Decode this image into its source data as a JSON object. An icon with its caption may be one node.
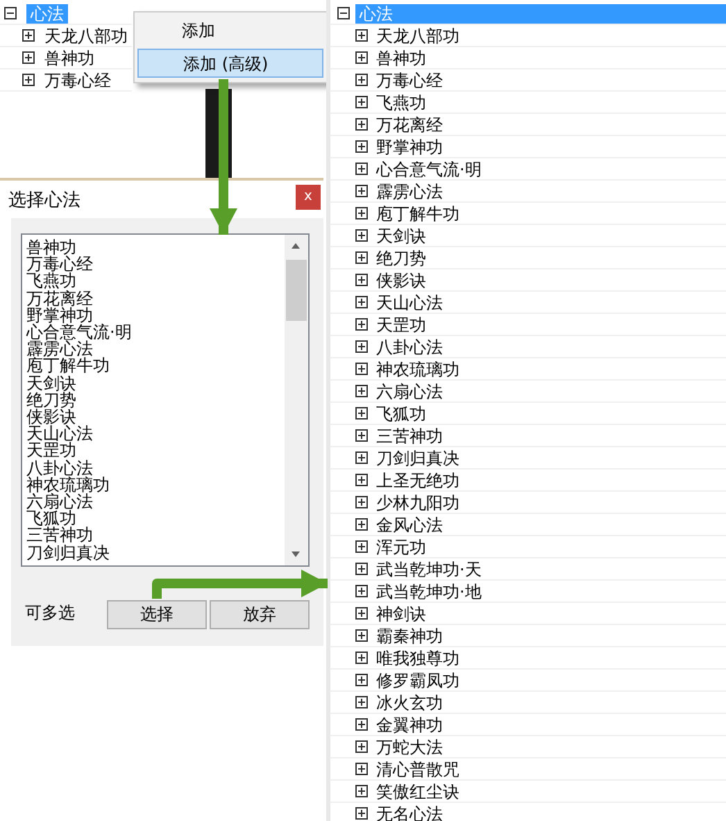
{
  "diagram": {
    "nodes": [
      {
        "text": [
          "心法",
          "天龙八部功",
          "兽神功",
          "万毒心经"
        ]
      },
      {
        "text": [
          "添加"
        ]
      },
      {
        "text": [
          "添加 (高级)"
        ]
      },
      {
        "text": [
          "选择心法"
        ]
      },
      {
        "text": [
          "兽神功",
          "万毒心经",
          "飞燕功",
          "万花离经",
          "野掌神功",
          "心合意气流·明",
          "霹雳心法",
          "庖丁解牛功",
          "天剑诀",
          "绝刀势",
          "侠影诀",
          "天山心法",
          "天罡功",
          "八卦心法",
          "神农琉璃功",
          "六扇心法",
          "飞狐功",
          "三苦神功",
          "刀剑归真决"
        ],
        "in": 3
      },
      {
        "text": [
          "选择"
        ],
        "in": 3
      },
      {
        "text": [
          "放弃"
        ],
        "in": 3
      },
      {
        "text": [
          "心法",
          "天龙八部功",
          "兽神功",
          "万毒心经",
          "飞燕功",
          "万花离经",
          "野掌神功",
          "心合意气流·明",
          "霹雳心法",
          "庖丁解牛功",
          "天剑诀",
          "绝刀势",
          "侠影诀",
          "天山心法",
          "天罡功",
          "八卦心法",
          "神农琉璃功",
          "六扇心法",
          "飞狐功",
          "三苦神功",
          "刀剑归真决",
          "上圣无绝功",
          "少林九阳功",
          "金风心法",
          "浑元功",
          "武当乾坤功·天",
          "武当乾坤功·地",
          "神剑诀",
          "霸秦神功",
          "唯我独尊功",
          "修罗霸凤功",
          "冰火玄功",
          "金翼神功",
          "万蛇大法",
          "清心普散咒",
          "笑傲红尘诀",
          "无名心法"
        ]
      }
    ],
    "edges": [
      {
        "from": 2,
        "to": 4,
        "arrow": "to"
      },
      {
        "from": 5,
        "to": 7,
        "arrow": "to"
      }
    ],
    "labels": [
      "x",
      "可多选"
    ]
  }
}
